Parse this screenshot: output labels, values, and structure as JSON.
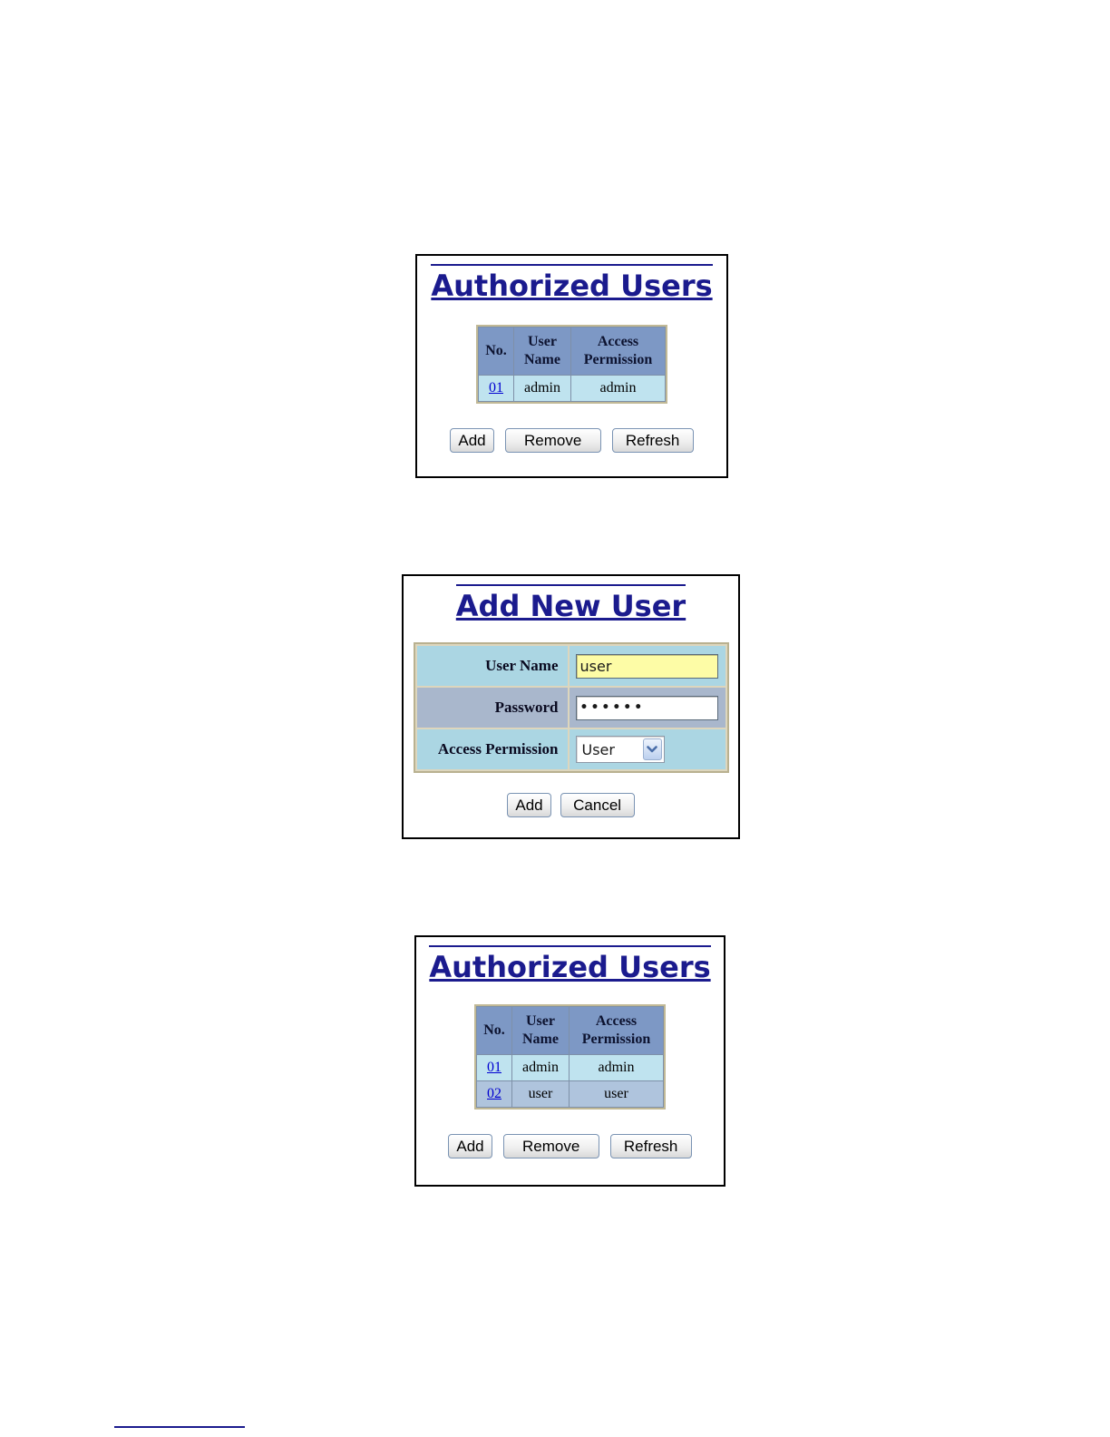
{
  "colors": {
    "title_navy": "#1b1b8e",
    "link_blue": "#0000d0",
    "table_header_bg": "#7d98c5",
    "row_admin_bg": "#bfe3ef",
    "row_user_bg": "#afc4dd",
    "form_row_blue_bg": "#abd6e3",
    "form_row_gray_bg": "#a9b7cc",
    "username_field_bg": "#fdfca6",
    "table_frame_tan": "#c1b996"
  },
  "panels": [
    {
      "title": "Authorized Users",
      "table": {
        "headers": [
          "No.",
          "User Name",
          "Access Permission"
        ],
        "rows": [
          {
            "no": "01",
            "user_name": "admin",
            "access_permission": "admin"
          }
        ]
      },
      "buttons": {
        "add": "Add",
        "remove": "Remove",
        "refresh": "Refresh"
      }
    },
    {
      "title": "Add New User",
      "form": {
        "user_name_label": "User Name",
        "user_name_value": "user",
        "password_label": "Password",
        "password_value": "••••••",
        "access_permission_label": "Access Permission",
        "access_permission_selected": "User"
      },
      "buttons": {
        "add": "Add",
        "cancel": "Cancel"
      }
    },
    {
      "title": "Authorized Users",
      "table": {
        "headers": [
          "No.",
          "User Name",
          "Access Permission"
        ],
        "rows": [
          {
            "no": "01",
            "user_name": "admin",
            "access_permission": "admin"
          },
          {
            "no": "02",
            "user_name": "user",
            "access_permission": "user"
          }
        ]
      },
      "buttons": {
        "add": "Add",
        "remove": "Remove",
        "refresh": "Refresh"
      }
    }
  ]
}
